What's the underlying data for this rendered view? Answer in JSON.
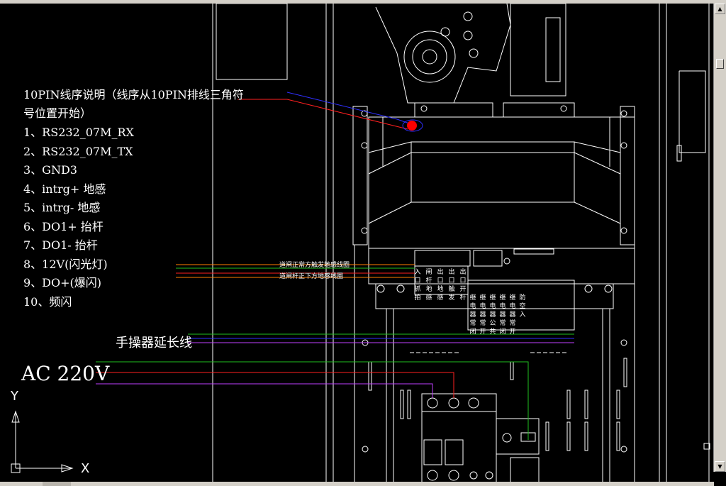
{
  "notes": {
    "title_line1": "10PIN线序说明（线序从10PIN排线三角符",
    "title_line2": "号位置开始）",
    "pins": [
      "1、RS232_07M_RX",
      "2、RS232_07M_TX",
      "3、GND3",
      "4、intrg+ 地感",
      "5、intrg- 地感",
      "6、DO1+ 抬杆",
      "7、DO1- 抬杆",
      "8、12V(闪光灯)",
      "9、DO+(爆闪)",
      "10、频闪"
    ]
  },
  "cable_labels": {
    "handset_extension": "手操器延长线",
    "ac_power": "AC 220V",
    "wire_note_1": "道闸正常方触发地感线圈",
    "wire_note_2": "道闸杆正下方地感线圈"
  },
  "terminal_columns": [
    "入口抓拍",
    "闸杆地感",
    "出口地感",
    "出口触发",
    "出口开杆"
  ],
  "relay_columns": [
    "继电器常闭",
    "继电器常开",
    "继电器公共",
    "继电器常闭",
    "继电器常开",
    "防空入"
  ],
  "axis": {
    "x_label": "X",
    "y_label": "Y"
  },
  "colors": {
    "background": "#000000",
    "line_white": "#ffffff",
    "wire_red": "#ff2020",
    "wire_blue": "#3030ff",
    "wire_green": "#20c020",
    "wire_purple": "#c040ff",
    "wire_orange": "#ff8000",
    "marker_red": "#ff0000"
  },
  "icons": {
    "scroll_up": "arrow-up-icon",
    "scroll_down": "arrow-down-icon"
  }
}
